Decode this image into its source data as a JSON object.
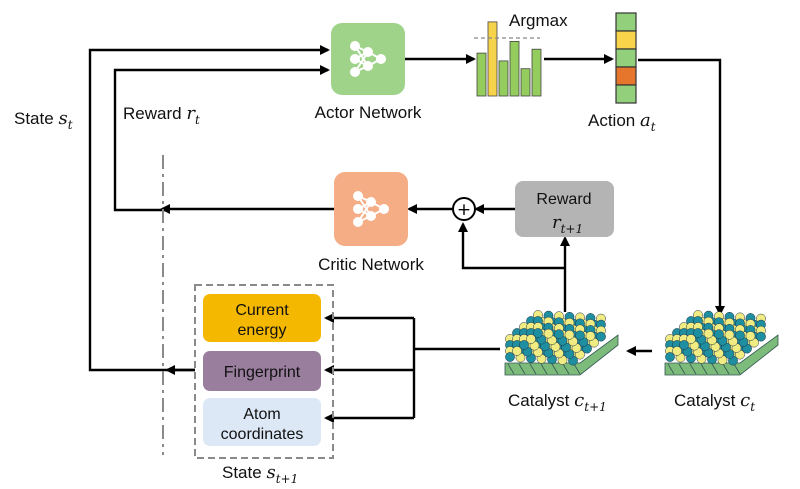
{
  "labels": {
    "actor": "Actor Network",
    "critic": "Critic Network",
    "argmax": "Argmax",
    "action_text": "Action",
    "action_sym": "a",
    "action_sub": "t",
    "state_text": "State",
    "state_sym": "s",
    "state_sub": "t",
    "reward_text": "Reward",
    "reward_sym": "r",
    "reward_sub": "t",
    "reward_box_text": "Reward",
    "reward_box_sym": "r",
    "reward_box_sub": "t+1",
    "catalyst_text": "Catalyst",
    "catalyst_sym": "c",
    "catalyst_sub": "t",
    "catalyst_next_text": "Catalyst",
    "catalyst_next_sym": "c",
    "catalyst_next_sub": "t+1",
    "state_next_text": "State",
    "state_next_sym": "s",
    "state_next_sub": "t+1",
    "plus": "+"
  },
  "state_boxes": [
    {
      "line1": "Current",
      "line2": "energy",
      "fill": "#f5b800"
    },
    {
      "line1": "Fingerprint",
      "line2": "",
      "fill": "#9a7e9e"
    },
    {
      "line1": "Atom",
      "line2": "coordinates",
      "fill": "#dce8f5"
    }
  ],
  "argmax_bars": [
    0.55,
    0.95,
    0.45,
    0.7,
    0.35,
    0.6
  ],
  "action_cells": [
    "#93d07c",
    "#f8d44a",
    "#93d07c",
    "#e5762c",
    "#93d07c"
  ],
  "colors": {
    "actor": "#9fd38a",
    "critic": "#f4ad84",
    "reward_box": "#b4b4b4",
    "bar_green": "#94cc5e",
    "bar_yellow": "#f6d34a",
    "atom_teal": "#1e8fa0",
    "atom_yellow": "#f0ec82",
    "atom_green": "#7dbb7a"
  }
}
